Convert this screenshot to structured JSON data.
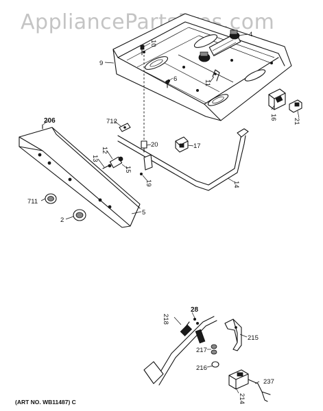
{
  "watermark": "AppliancePartsPros.com",
  "art_number": "(ART NO. WB11487) C",
  "callouts": {
    "c4": "4",
    "c9": "9",
    "c10": "10",
    "c6": "6",
    "c11": "11",
    "c16": "16",
    "c21": "21",
    "c206": "206",
    "c712": "712",
    "c12": "12",
    "c13": "13",
    "c15": "15",
    "c20": "20",
    "c17": "17",
    "c19": "19",
    "c14": "14",
    "c711": "711",
    "c2": "2",
    "c5": "5",
    "c28": "28",
    "c218": "218",
    "c217": "217",
    "c216": "216",
    "c215": "215",
    "c214": "214",
    "c237": "237"
  }
}
